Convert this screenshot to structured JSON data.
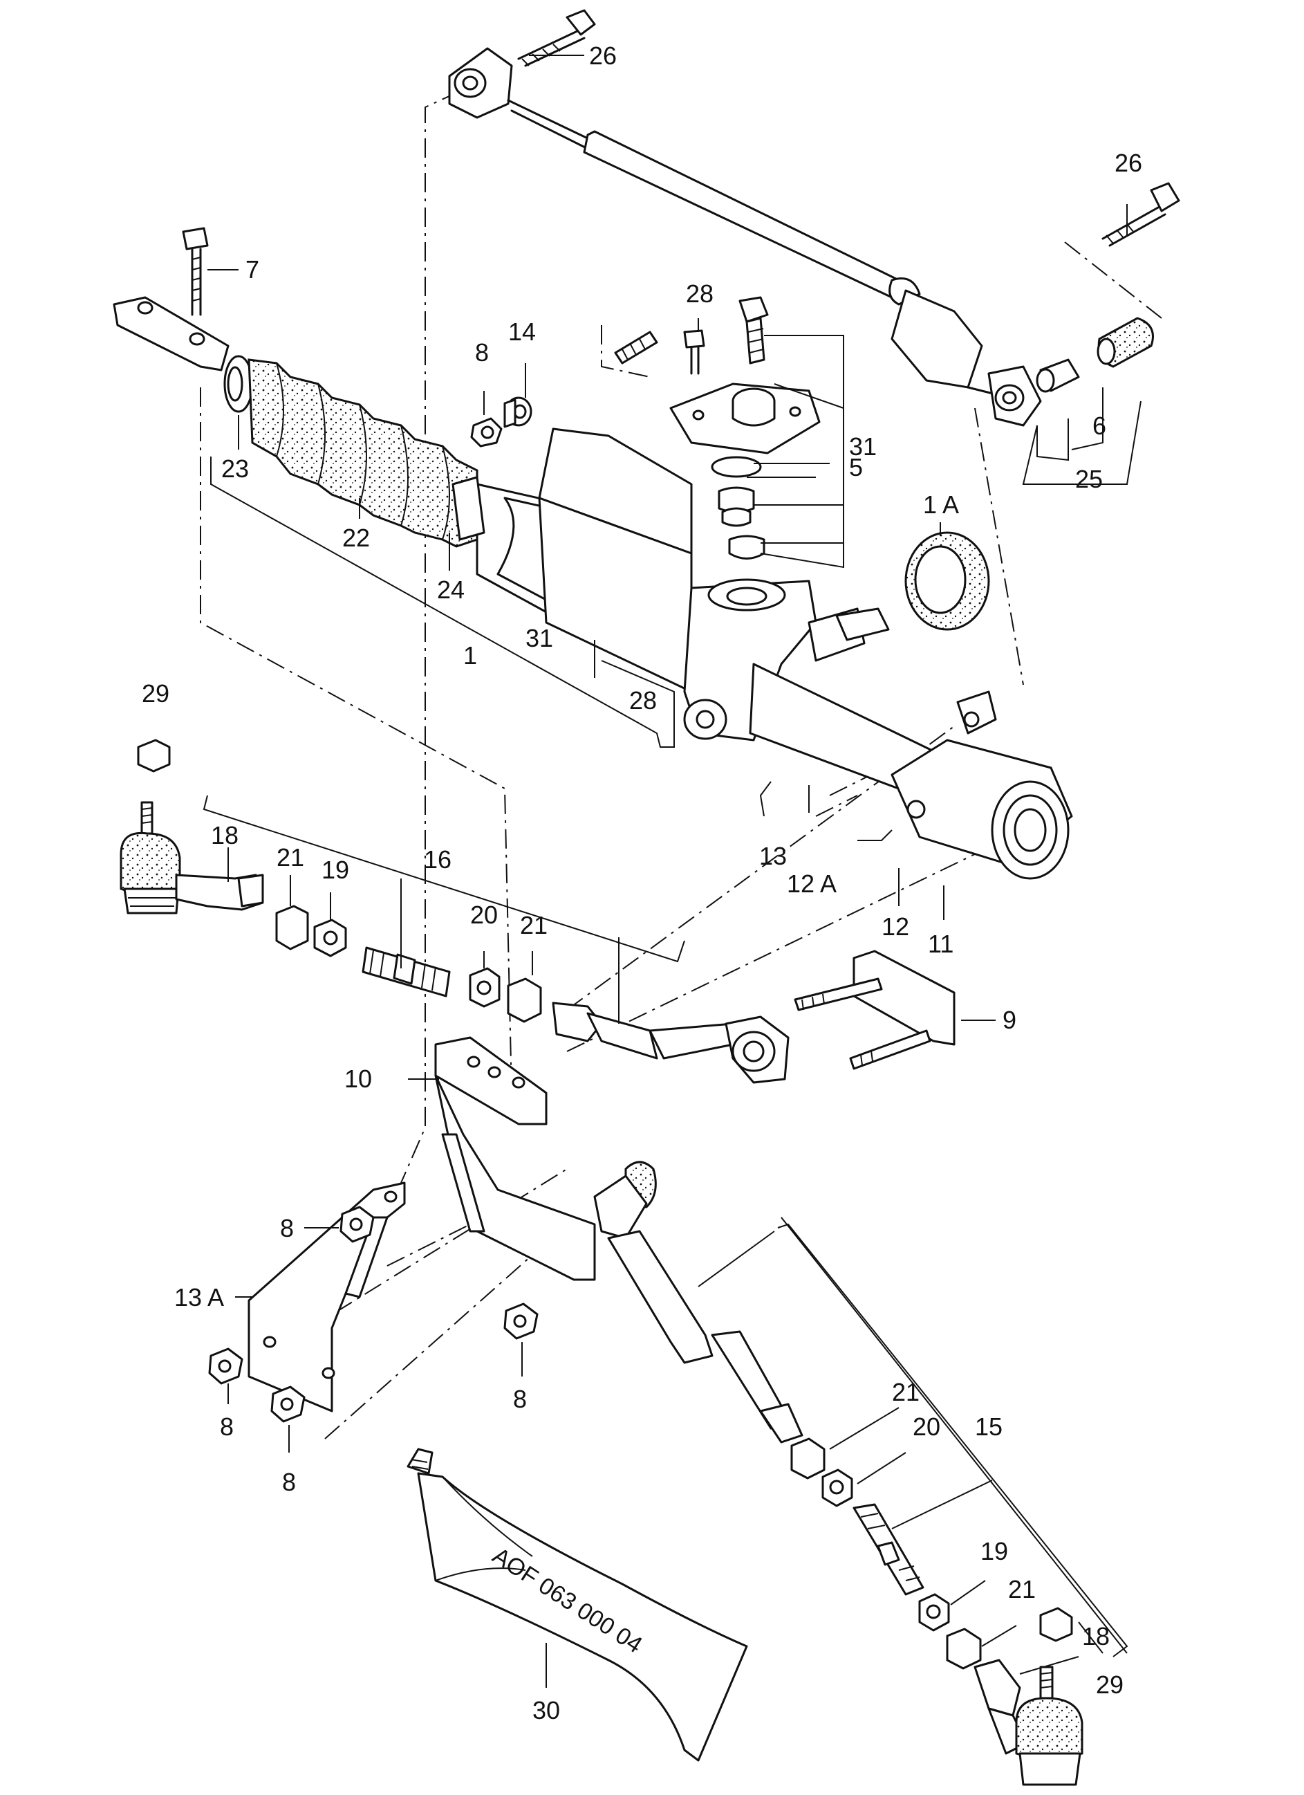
{
  "labels": {
    "l1": "1",
    "l1A": "1 A",
    "l5": "5",
    "l6": "6",
    "l7": "7",
    "l8": "8",
    "l9": "9",
    "l10": "10",
    "l11": "11",
    "l12": "12",
    "l12A": "12 A",
    "l13": "13",
    "l13A": "13 A",
    "l14": "14",
    "l15": "15",
    "l16": "16",
    "l18": "18",
    "l19": "19",
    "l20": "20",
    "l21": "21",
    "l22": "22",
    "l23": "23",
    "l24": "24",
    "l25": "25",
    "l26": "26",
    "l28": "28",
    "l29": "29",
    "l30": "30",
    "l31": "31"
  },
  "tube_text": "AOF 063 000 04"
}
